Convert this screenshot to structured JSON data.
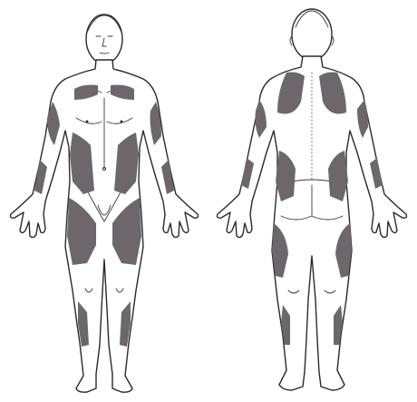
{
  "figure": {
    "views": [
      {
        "id": "front",
        "name": "front-view"
      },
      {
        "id": "back",
        "name": "back-view"
      }
    ],
    "region_color": "#6d676c",
    "outline_color": "#2a2a2a",
    "background_color": "#ffffff",
    "front_regions": [
      "left-chest-region",
      "right-chest-region",
      "left-upper-arm-region",
      "right-upper-arm-region",
      "left-forearm-region",
      "right-forearm-region",
      "left-abdomen-flank-region",
      "right-abdomen-flank-region",
      "left-thigh-region",
      "right-thigh-region",
      "left-shin-region",
      "right-shin-region"
    ],
    "back_regions": [
      "left-upper-back-region",
      "right-upper-back-region",
      "left-upper-arm-back-region",
      "right-upper-arm-back-region",
      "left-forearm-back-region",
      "right-forearm-back-region",
      "left-lower-back-region",
      "right-lower-back-region",
      "left-thigh-back-region",
      "right-thigh-back-region",
      "left-calf-region",
      "right-calf-region"
    ]
  }
}
